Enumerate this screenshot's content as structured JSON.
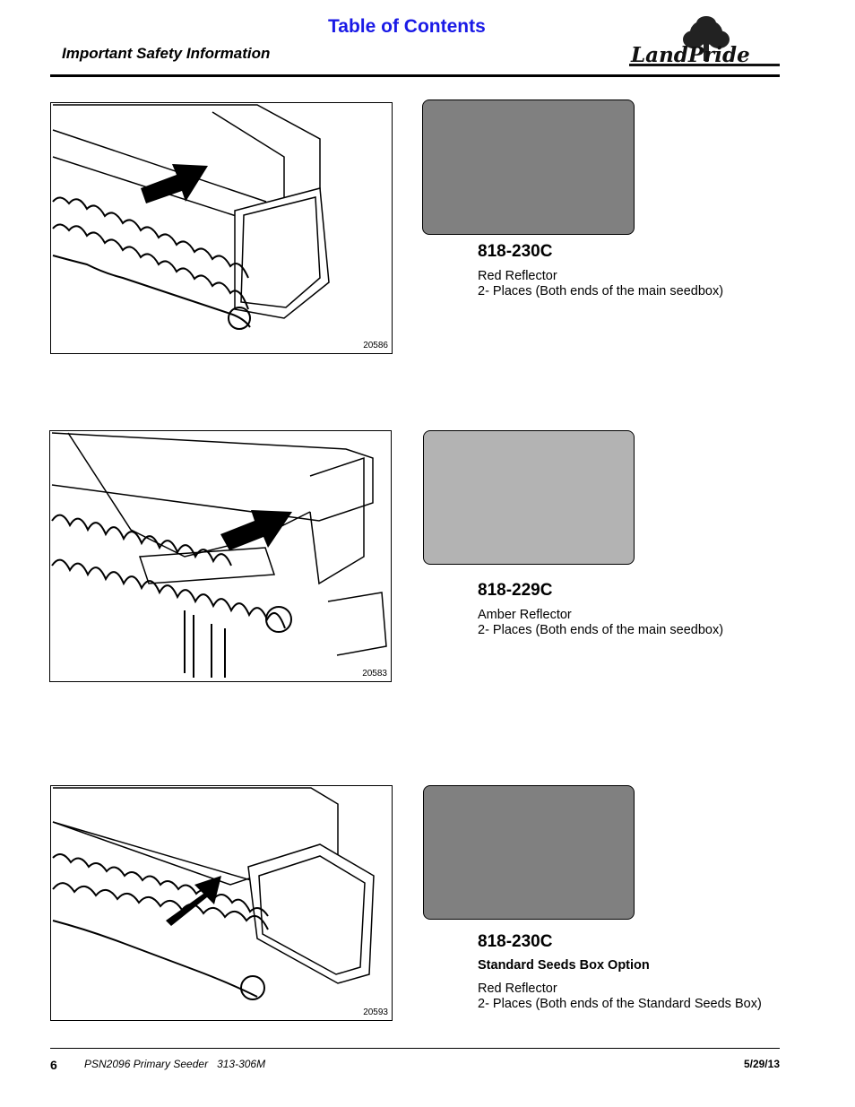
{
  "header": {
    "toc_link": "Table of Contents",
    "section_title": "Important Safety Information",
    "logo_text": "LandPride"
  },
  "decals": [
    {
      "figure_number": "20586",
      "color": "#808080",
      "part_number": "818-230C",
      "option": "",
      "name": "Red Reflector",
      "placement": "2- Places (Both ends of the main seedbox)"
    },
    {
      "figure_number": "20583",
      "color": "#b3b3b3",
      "part_number": "818-229C",
      "option": "",
      "name": "Amber Reflector",
      "placement": "2- Places (Both ends of the main seedbox)"
    },
    {
      "figure_number": "20593",
      "color": "#808080",
      "part_number": "818-230C",
      "option": "Standard Seeds Box Option",
      "name": "Red Reflector",
      "placement": "2- Places (Both ends of the Standard Seeds Box)"
    }
  ],
  "footer": {
    "page_number": "6",
    "document": "PSN2096 Primary Seeder   313-306M",
    "date": "5/29/13"
  }
}
